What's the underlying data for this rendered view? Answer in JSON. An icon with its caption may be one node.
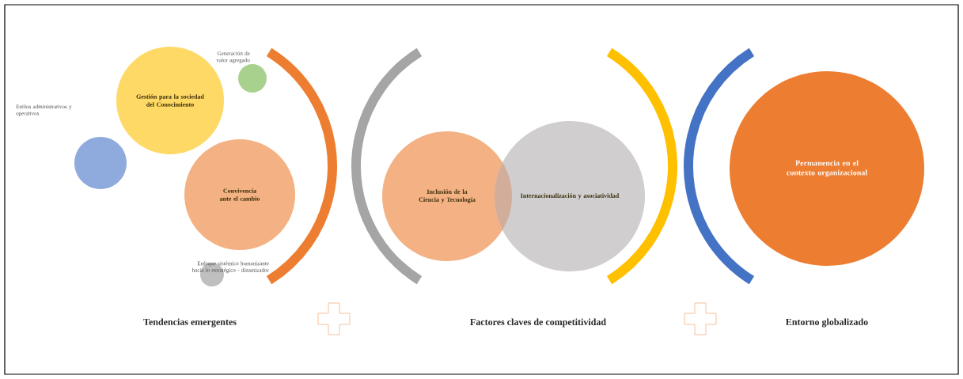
{
  "diagram": {
    "nodes": [
      {
        "text": [
          "Gestión para la sociedad del Conocimiento"
        ]
      },
      {
        "text": [],
        "shape": "circle",
        "beside": [
          "Generación de valor agregado"
        ]
      },
      {
        "text": [],
        "shape": "circle",
        "beside": [
          "Estilos administrativos y operativos"
        ]
      },
      {
        "text": [
          "Convivencia ante el cambio"
        ]
      },
      {
        "text": [],
        "shape": "circle",
        "beside": [
          "Enfoque sistémico humanizante hacia lo estratégico - dinamizador"
        ]
      },
      {
        "text": [
          "Inclusión de la Ciencia y Tecnología"
        ]
      },
      {
        "text": [
          "Internacionalización y asociatividad"
        ]
      },
      {
        "text": [
          "Permanencia en el contexto organizacional"
        ]
      }
    ],
    "labels": [
      "Tendencias emergentes",
      "Factores claves de competitividad",
      "Entorno globalizado"
    ]
  }
}
